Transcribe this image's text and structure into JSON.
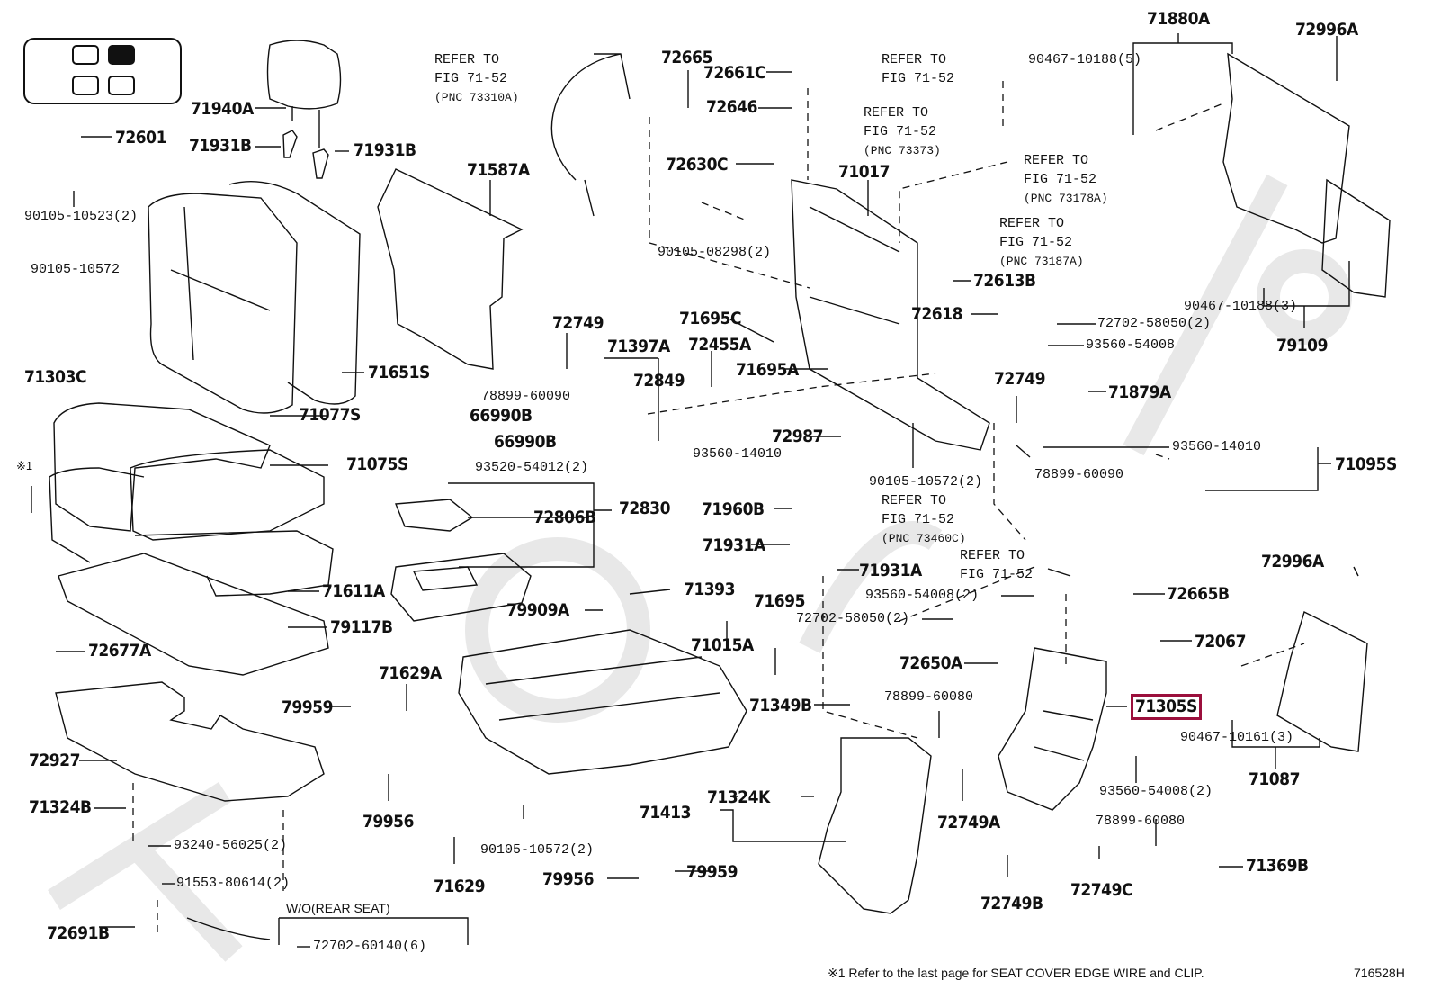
{
  "diagram": {
    "figure_id": "716528H",
    "highlight_color": "#9b0f3c",
    "highlighted_part": "71305S",
    "watermark_text": "ToyotaCarMall.ru",
    "footnote": "※1 Refer to the last page for SEAT COVER EDGE WIRE and CLIP.",
    "footnote_marker": "※1",
    "locator": {
      "cells": [
        false,
        true,
        false,
        false
      ]
    },
    "notes": {
      "n1": [
        "REFER TO",
        "FIG 71-52",
        "(PNC 73310A)"
      ],
      "n2": [
        "REFER TO",
        "FIG 71-52"
      ],
      "n3": [
        "REFER TO",
        "FIG 71-52",
        "(PNC 73373)"
      ],
      "n4": [
        "REFER TO",
        "FIG 71-52",
        "(PNC 73178A)"
      ],
      "n5": [
        "REFER TO",
        "FIG 71-52",
        "(PNC 73187A)"
      ],
      "n6": [
        "REFER TO",
        "FIG 71-52",
        "(PNC 73460C)"
      ],
      "n7": [
        "REFER TO",
        "FIG 71-52"
      ],
      "wo_rear_seat": "W/O(REAR SEAT)"
    },
    "labels": {
      "p71940A": "71940A",
      "p72601": "72601",
      "p71931B_1": "71931B",
      "p71931B_2": "71931B",
      "p90105_10523": "90105-10523(2)",
      "p90105_10572": "90105-10572",
      "p71303C": "71303C",
      "p71651S": "71651S",
      "p71077S": "71077S",
      "p71075S": "71075S",
      "p71611A": "71611A",
      "p79117B": "79117B",
      "p72677A": "72677A",
      "p72927": "72927",
      "p71324B": "71324B",
      "p93240": "93240-56025(2)",
      "p91553": "91553-80614(2)",
      "p72691B": "72691B",
      "p72702_60140": "72702-60140(6)",
      "p71587A": "71587A",
      "p72665": "72665",
      "p72661C": "72661C",
      "p72646": "72646",
      "p72630C": "72630C",
      "p90105_08298": "90105-08298(2)",
      "p71017": "71017",
      "p72749_1": "72749",
      "p78899_60090_1": "78899-60090",
      "p71397A": "71397A",
      "p72849": "72849",
      "p66990B_1": "66990B",
      "p66990B_2": "66990B",
      "p93520": "93520-54012(2)",
      "p72806B": "72806B",
      "p72830": "72830",
      "p71695C": "71695C",
      "p72455A": "72455A",
      "p71695A": "71695A",
      "p72987": "72987",
      "p93560_14010_1": "93560-14010",
      "p71960B": "71960B",
      "p71931A_1": "71931A",
      "p71931A_2": "71931A",
      "p71393": "71393",
      "p79909A": "79909A",
      "p71695": "71695",
      "p71015A": "71015A",
      "p71629A": "71629A",
      "p79959_1": "79959",
      "p79956_1": "79956",
      "p71629": "71629",
      "p90105_10572_2a": "90105-10572(2)",
      "p79956_2": "79956",
      "p79959_2": "79959",
      "p71413": "71413",
      "p71324K": "71324K",
      "p71349B": "71349B",
      "p72613B": "72613B",
      "p72618": "72618",
      "p72702_58050_1": "72702-58050(2)",
      "p93560_54008_1": "93560-54008",
      "p72749_2": "72749",
      "p71879A": "71879A",
      "p78899_60090_2": "78899-60090",
      "p90105_10572_2b": "90105-10572(2)",
      "p93560_14010_2": "93560-14010",
      "p71095S": "71095S",
      "p93560_54008_2": "93560-54008(2)",
      "p72702_58050_2": "72702-58050(2)",
      "p72650A": "72650A",
      "p78899_60080_1": "78899-60080",
      "p72749A": "72749A",
      "p72749B": "72749B",
      "p72665B": "72665B",
      "p72067": "72067",
      "p71305S": "71305S",
      "p93560_54008_3": "93560-54008(2)",
      "p78899_60080_2": "78899-60080",
      "p72749C": "72749C",
      "p71369B": "71369B",
      "p71880A": "71880A",
      "p72996A_1": "72996A",
      "p90467_10188_5": "90467-10188(5)",
      "p90467_10188_3": "90467-10188(3)",
      "p79109": "79109",
      "p72996A_2": "72996A",
      "p90467_10161_3": "90467-10161(3)",
      "p71087": "71087"
    }
  }
}
